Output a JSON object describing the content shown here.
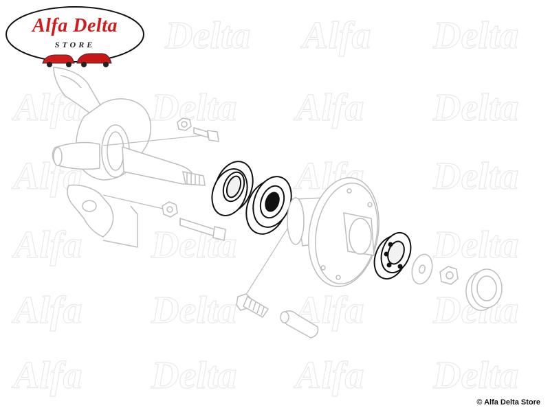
{
  "brand": {
    "name": "Alfa Delta",
    "tagline": "STORE"
  },
  "watermark": {
    "words": [
      "Alfa",
      "Delta"
    ]
  },
  "copyright": "© Alfa Delta Store",
  "colors": {
    "brand_red": "#d11a1a",
    "ghost_line": "#bdbdbd",
    "highlight_line": "#111111"
  },
  "diagram": {
    "subject": "front wheel hub exploded view",
    "parts": [
      {
        "id": "steering-knuckle",
        "highlighted": false
      },
      {
        "id": "upper-bolt",
        "highlighted": false
      },
      {
        "id": "upper-nut",
        "highlighted": false
      },
      {
        "id": "lower-bolt",
        "highlighted": false
      },
      {
        "id": "lower-nut",
        "highlighted": false
      },
      {
        "id": "oil-seal",
        "highlighted": true
      },
      {
        "id": "inner-bearing",
        "highlighted": true
      },
      {
        "id": "wheel-hub",
        "highlighted": false
      },
      {
        "id": "outer-bearing",
        "highlighted": true
      },
      {
        "id": "thrust-washer",
        "highlighted": false
      },
      {
        "id": "castle-nut",
        "highlighted": false
      },
      {
        "id": "hub-cap",
        "highlighted": false
      },
      {
        "id": "wheel-stud",
        "highlighted": false
      },
      {
        "id": "wheel-nut",
        "highlighted": false
      }
    ]
  }
}
